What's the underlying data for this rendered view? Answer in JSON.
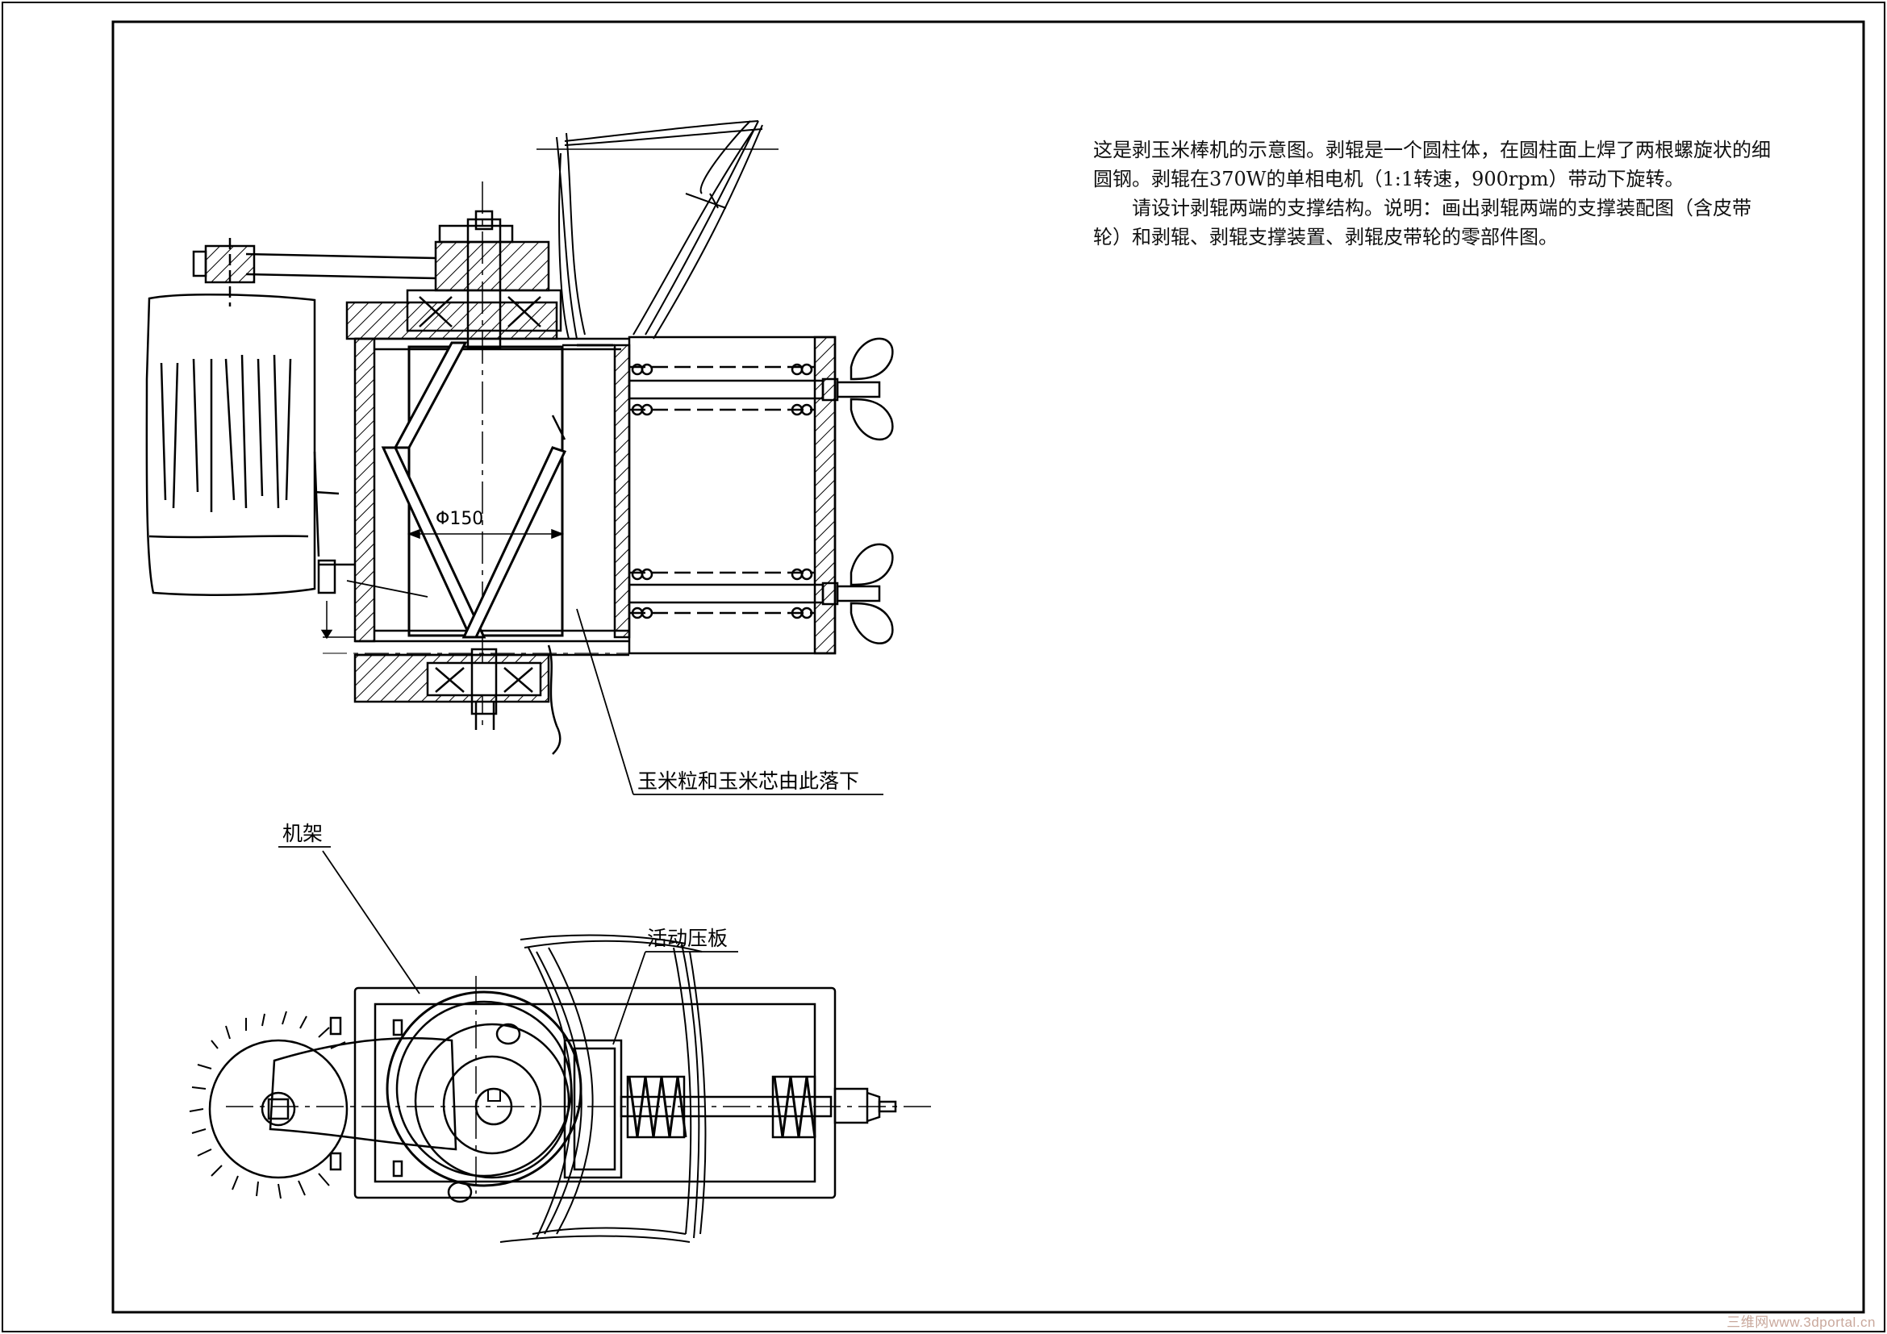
{
  "description": {
    "paragraph1": "这是剥玉米棒机的示意图。剥辊是一个圆柱体，在圆柱面上焊了两根螺旋状的细圆钢。剥辊在370W的单相电机（1:1转速，900rpm）带动下旋转。",
    "paragraph2": "请设计剥辊两端的支撑结构。说明：画出剥辊两端的支撑装配图（含皮带轮）和剥辊、剥辊支撑装置、剥辊皮带轮的零部件图。"
  },
  "labels": {
    "diameter": "Φ150",
    "outlet": "玉米粒和玉米芯由此落下",
    "frame": "机架",
    "pressure_plate": "活动压板"
  },
  "watermark": "三维网www.3dportal.cn",
  "colors": {
    "line": "#000000",
    "background": "#ffffff",
    "watermark": "#c9a89c"
  }
}
